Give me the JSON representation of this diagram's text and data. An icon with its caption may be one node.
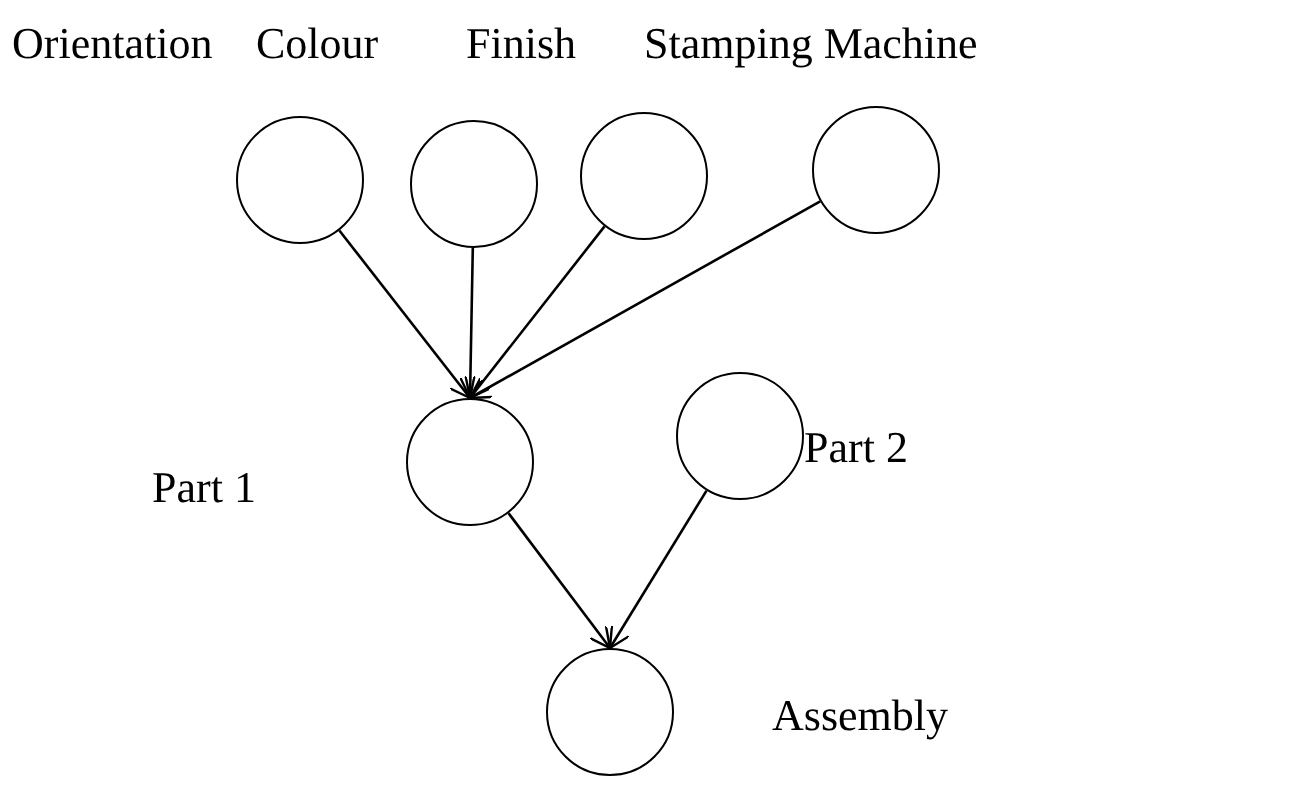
{
  "diagram": {
    "nodes": [
      {
        "text": [
          "Orientation"
        ]
      },
      {
        "text": [
          "Colour"
        ]
      },
      {
        "text": [
          "Finish"
        ]
      },
      {
        "text": [
          "Stamping Machine"
        ]
      },
      {
        "text": [
          "Part 1"
        ]
      },
      {
        "text": [
          "Part 2"
        ]
      },
      {
        "text": [
          "Assembly"
        ]
      }
    ],
    "edges": [
      {
        "from": 0,
        "to": 4,
        "arrow": "to"
      },
      {
        "from": 1,
        "to": 4,
        "arrow": "to"
      },
      {
        "from": 2,
        "to": 4,
        "arrow": "to"
      },
      {
        "from": 3,
        "to": 4,
        "arrow": "to"
      },
      {
        "from": 4,
        "to": 6,
        "arrow": "to"
      },
      {
        "from": 5,
        "to": 6,
        "arrow": "to"
      }
    ]
  }
}
